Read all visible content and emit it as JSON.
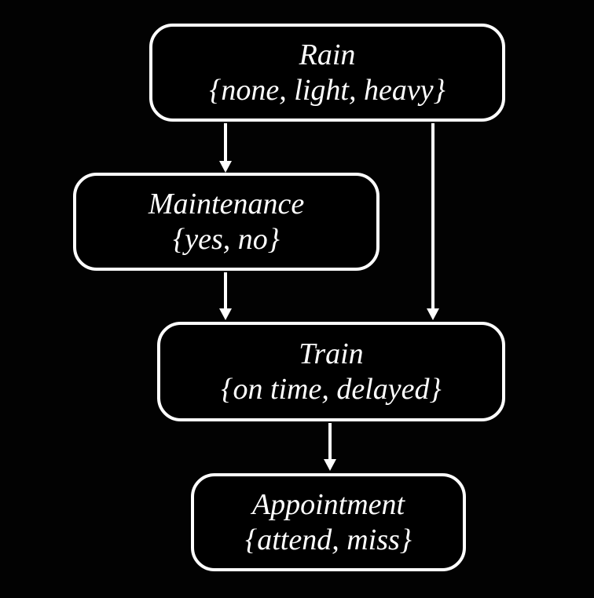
{
  "diagram": {
    "type": "bayesian-network",
    "colors": {
      "background": "#000000",
      "node_border": "#ffffff",
      "node_fill": "#000000",
      "text": "#ffffff",
      "arrow": "#ffffff"
    },
    "nodes": [
      {
        "id": "rain",
        "name": "Rain",
        "values": "{none, light, heavy}"
      },
      {
        "id": "maintenance",
        "name": "Maintenance",
        "values": "{yes, no}"
      },
      {
        "id": "train",
        "name": "Train",
        "values": "{on time, delayed}"
      },
      {
        "id": "appointment",
        "name": "Appointment",
        "values": "{attend, miss}"
      }
    ],
    "edges": [
      {
        "from": "rain",
        "to": "maintenance"
      },
      {
        "from": "rain",
        "to": "train"
      },
      {
        "from": "maintenance",
        "to": "train"
      },
      {
        "from": "train",
        "to": "appointment"
      }
    ]
  }
}
